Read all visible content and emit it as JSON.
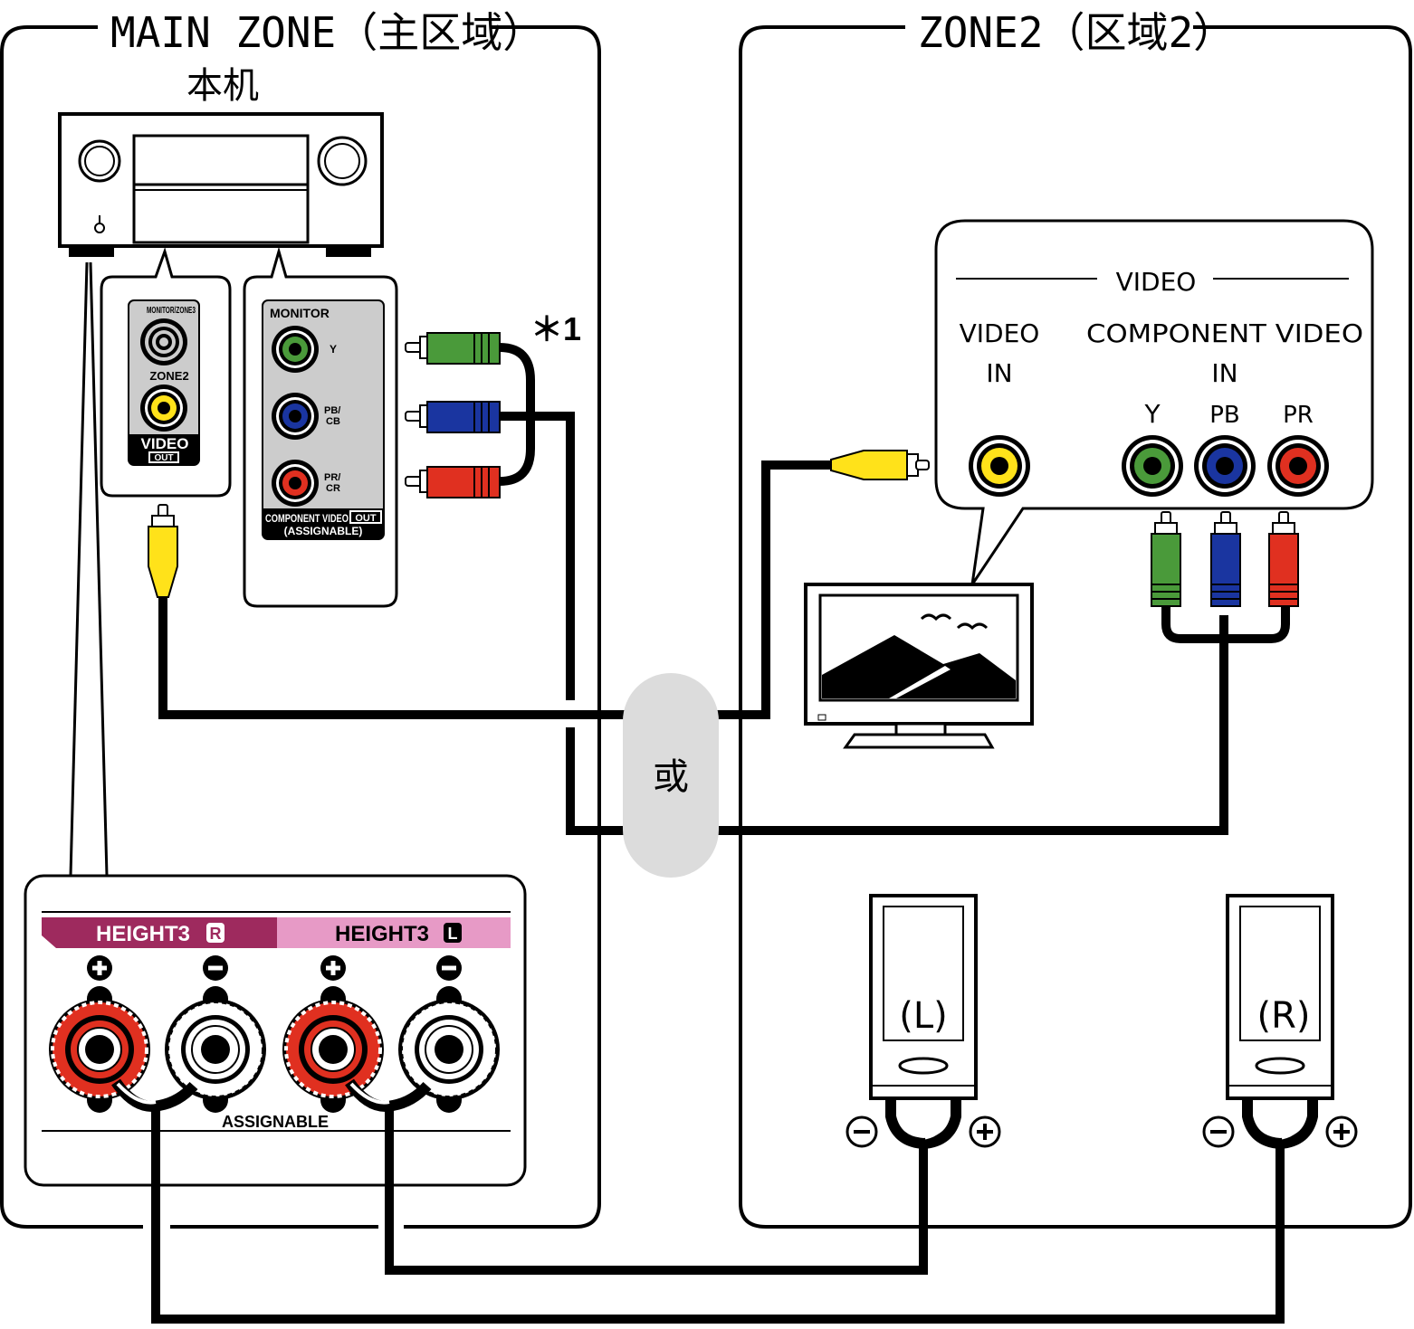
{
  "zones": {
    "main_title": "MAIN ZONE（主区域）",
    "zone2_title": "ZONE2（区域2）"
  },
  "receiver": {
    "label": "本机"
  },
  "video_out_panel": {
    "monitor_zone3": "MONITOR/ZONE3",
    "zone2": "ZONE2",
    "video": "VIDEO",
    "out": "OUT"
  },
  "component_panel": {
    "monitor": "MONITOR",
    "y": "Y",
    "pb": "PB/",
    "cb": "CB",
    "pr": "PR/",
    "cr": "CR",
    "component_video": "COMPONENT VIDEO",
    "out": "OUT",
    "assignable": "(ASSIGNABLE)"
  },
  "note_marker": "＊1",
  "or_label": "或",
  "tv_inputs": {
    "video_header": "VIDEO",
    "video_in_line1": "VIDEO",
    "video_in_line2": "IN",
    "component_line1": "COMPONENT VIDEO",
    "component_line2": "IN",
    "y": "Y",
    "pb": "PB",
    "pr": "PR"
  },
  "speaker_terminals": {
    "height3_r": "HEIGHT3",
    "r_badge": "R",
    "height3_l": "HEIGHT3",
    "l_badge": "L",
    "assignable": "ASSIGNABLE"
  },
  "speakers": {
    "left": "(L)",
    "right": "(R)"
  },
  "colors": {
    "y_green": "#4a9a3a",
    "pb_blue": "#1a35a0",
    "pr_red": "#e03020",
    "video_yellow": "#ffe21a",
    "height3_r_band": "#9e2a5e",
    "height3_l_band": "#e79ac6",
    "or_bubble": "#dcdcdc",
    "panel_gray": "#cccccc"
  }
}
